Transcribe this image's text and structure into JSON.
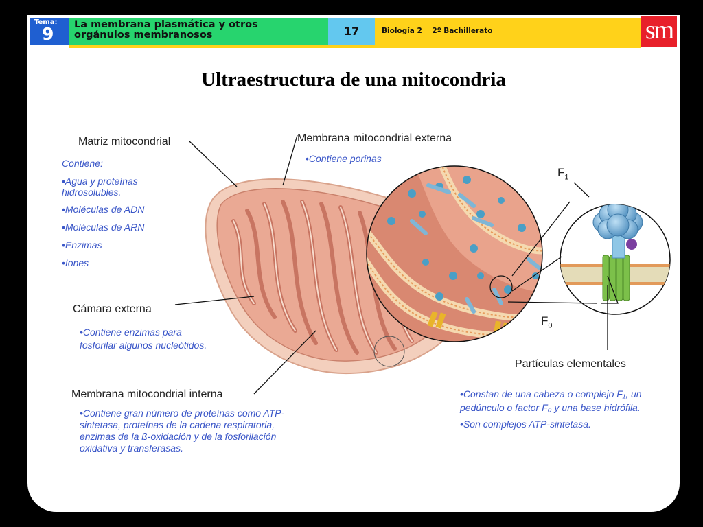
{
  "header": {
    "tema_label": "Tema:",
    "tema_number": "9",
    "title_line1": "La membrana plasmática y otros",
    "title_line2": "orgánulos membranosos",
    "page_number": "17",
    "course": "Biología 2    2º Bachillerato",
    "logo": "sm",
    "colors": {
      "tema": "#1f5fd1",
      "title": "#27d46e",
      "page": "#63c8ef",
      "course": "#ffd21a",
      "logo": "#e8202a"
    }
  },
  "slide_title": "Ultraestructura de una mitocondria",
  "labels": {
    "matriz": "Matriz mitocondrial",
    "membrana_externa": "Membrana mitocondrial externa",
    "camara_externa": "Cámara externa",
    "membrana_interna": "Membrana mitocondrial interna",
    "particulas": "Partículas elementales",
    "f1_main": "F",
    "f1_sub": "1",
    "f0_main": "F",
    "f0_sub": "0"
  },
  "notes": {
    "matriz": [
      "Contiene:",
      "•Agua y proteínas",
      " hidrosolubles.",
      "•Moléculas de ADN",
      "•Moléculas de ARN",
      "•Enzimas",
      "•Iones"
    ],
    "externa": [
      "•Contiene porinas"
    ],
    "camara": [
      "•Contiene enzimas para",
      "fosforilar algunos nucleótidos."
    ],
    "interna": [
      "•Contiene gran número de proteínas como ATP-",
      "sintetasa, proteínas de la cadena respiratoria,",
      "enzimas de la ß-oxidación y de la fosforilación",
      "oxidativa y transferasas."
    ],
    "particulas": [
      "•Constan de una cabeza o complejo F₁, un",
      "pedúnculo o factor F₀ y una base hidrófila.",
      "•Son complejos ATP-sintetasa."
    ]
  },
  "colors": {
    "note_text": "#3a56c8",
    "mito_outer": "#f2c7b2",
    "mito_inner": "#e59a85",
    "cristae": "#d97a66",
    "zoom_bg": "#dd8866",
    "atp_head": "#6fa8cf",
    "atp_stalk": "#7cc04a",
    "porin": "#e7b52a"
  }
}
